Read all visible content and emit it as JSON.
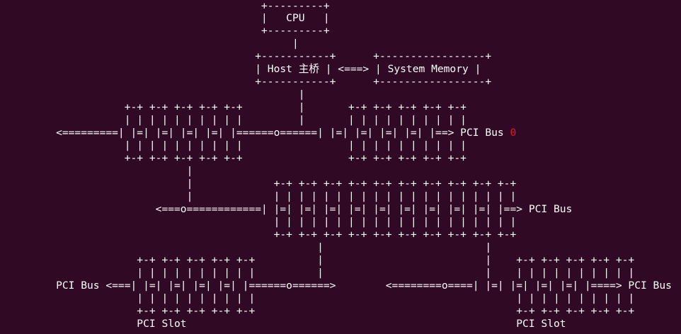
{
  "theme": {
    "background": "#300a24",
    "foreground": "#ffffff",
    "accent_red": "#e01b24"
  },
  "diagram": {
    "lines": [
      "                                          +---------+",
      "                                          |   CPU   |",
      "                                          +---------+",
      "                                               |",
      "                                         +-----------+      +-----------------+",
      "                                         | Host 主桥 | <===> | System Memory |",
      "                                         +-----------+      +-----------------+",
      "                                                |",
      "                    +-+ +-+ +-+ +-+ +-+         |       +-+ +-+ +-+ +-+ +-+",
      "                    | | | | | | | | | |         |       | | | | | | | | | |",
      "         <=========| |=| |=| |=| |=| |======o======| |=| |=| |=| |=| |==> PCI Bus ",
      "                    | | | | | | | | | |                 | | | | | | | | | |",
      "                    +-+ +-+ +-+ +-+ +-+                 +-+ +-+ +-+ +-+ +-+",
      "                              |",
      "                              |             +-+ +-+ +-+ +-+ +-+ +-+ +-+ +-+ +-+ +-+",
      "                              |             | | | | | | | | | | | | | | | | | | | |",
      "                         <===o============| |=| |=| |=| |=| |=| |=| |=| |=| |=| |==> PCI Bus",
      "                                            | | | | | | | | | | | | | | | | | | | |",
      "                                            +-+ +-+ +-+ +-+ +-+ +-+ +-+ +-+ +-+ +-+",
      "                                                   |                          |",
      "                      +-+ +-+ +-+ +-+ +-+          |                          |    +-+ +-+ +-+ +-+ +-+",
      "                      | | | | | | | | | |          |                          |    | | | | | | | | | |",
      "         PCI Bus <===| |=| |=| |=| |=| |======o======>        <========o====| |=| |=| |=| |=| |====> PCI Bus",
      "                      | | | | | | | | | |                                          | | | | | | | | | |",
      "                      +-+ +-+ +-+ +-+ +-+                                          +-+ +-+ +-+ +-+ +-+",
      "                      PCI Slot                                                     PCI Slot"
    ],
    "bus0_number": "0"
  }
}
